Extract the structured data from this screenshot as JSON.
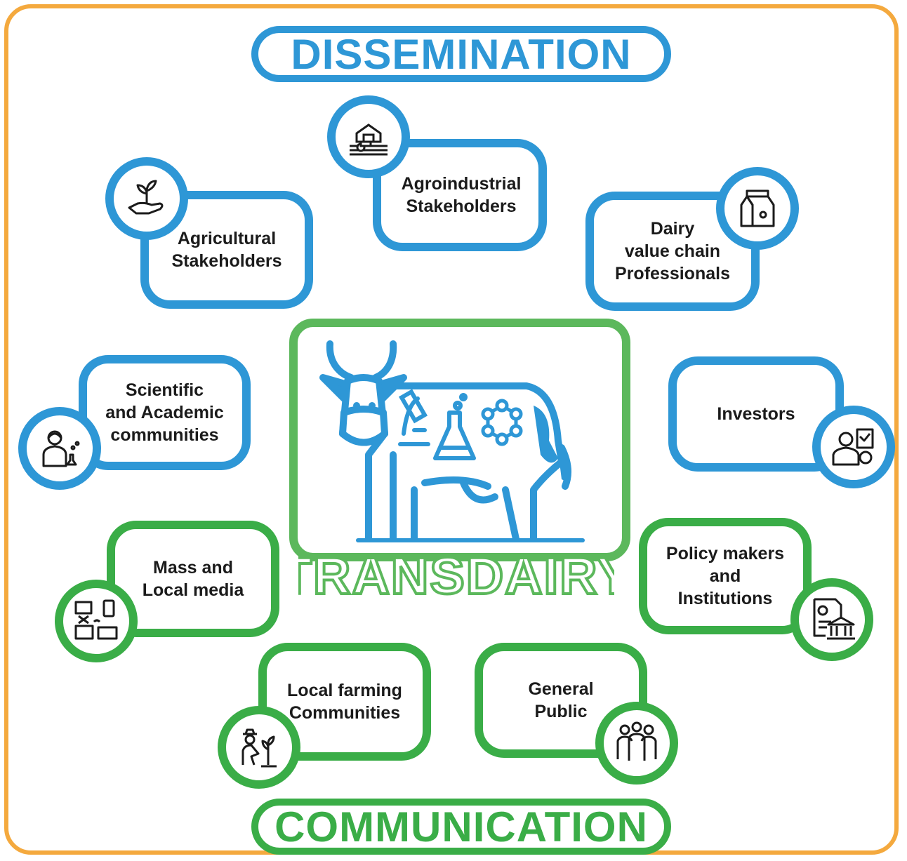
{
  "headers": {
    "top": "DISSEMINATION",
    "bottom": "COMMUNICATION"
  },
  "center": {
    "logo_text": "TRANSDAIRY"
  },
  "stakeholders": {
    "agroindustrial": "Agroindustrial\nStakeholders",
    "agricultural": "Agricultural\nStakeholders",
    "dairy": "Dairy\nvalue chain\nProfessionals",
    "scientific": "Scientific\nand Academic\ncommunities",
    "investors": "Investors",
    "media": "Mass and\nLocal  media",
    "policy": "Policy makers\nand\nInstitutions",
    "farming": "Local farming\nCommunities",
    "public": "General\nPublic"
  },
  "colors": {
    "dissemination": "#2e97d6",
    "communication": "#3aad47",
    "frame": "#f4a93e",
    "center_border": "#5cb85c"
  },
  "icons": {
    "agroindustrial": "farm-tractor-icon",
    "agricultural": "plant-in-hand-icon",
    "dairy": "milk-carton-icon",
    "scientific": "scientist-icon",
    "investors": "investor-icon",
    "media": "media-devices-icon",
    "policy": "government-document-icon",
    "farming": "farmer-planting-icon",
    "public": "people-group-icon"
  }
}
